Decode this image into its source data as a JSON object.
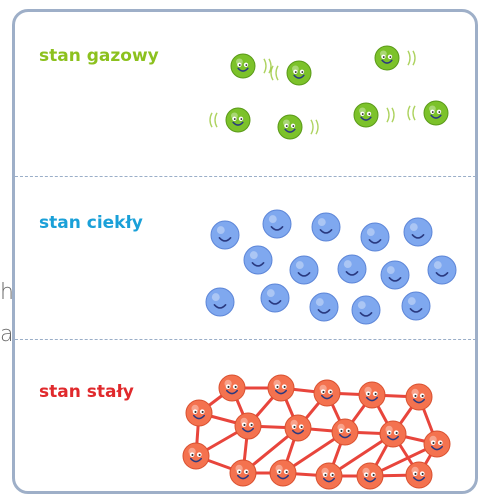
{
  "side_text": [
    "h",
    "a"
  ],
  "states": {
    "gas": {
      "label": "stan gazowy",
      "color": "#8cc11e"
    },
    "liquid": {
      "label": "stan ciekły",
      "color": "#1aa0d8"
    },
    "solid": {
      "label": "stan stały",
      "color": "#e0292c"
    }
  },
  "colors": {
    "border": "#9eafc8",
    "gas_particle": "#7cc22a",
    "liquid_particle": "#7fa8ef",
    "solid_particle": "#f4724f",
    "solid_bond": "#e8453c"
  }
}
